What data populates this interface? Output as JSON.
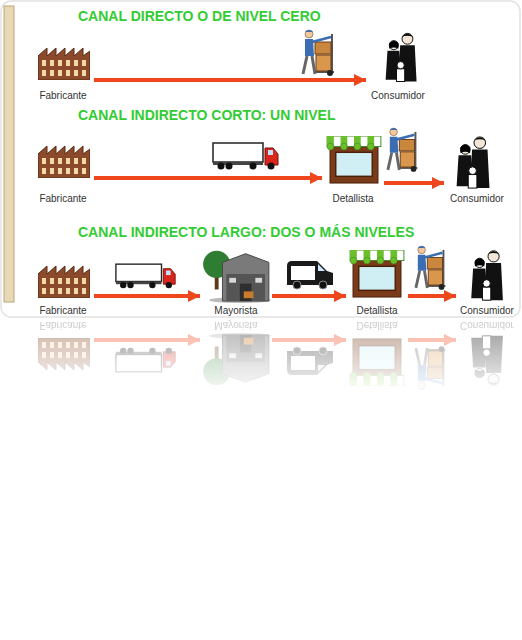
{
  "diagram": {
    "nodes": [
      {
        "text": [
          "Fabricante"
        ]
      },
      {
        "text": [
          "Consumidor"
        ]
      },
      {
        "text": [
          "Fabricante"
        ]
      },
      {
        "text": [
          "Detallista"
        ]
      },
      {
        "text": [
          "Consumidor"
        ]
      },
      {
        "text": [
          "Fabricante"
        ]
      },
      {
        "text": [
          "Mayorista"
        ]
      },
      {
        "text": [
          "Detallista"
        ]
      },
      {
        "text": [
          "Consumidor"
        ]
      }
    ],
    "edges": [
      {
        "from": 0,
        "to": 1,
        "arrow": "to"
      },
      {
        "from": 2,
        "to": 3,
        "arrow": "to"
      },
      {
        "from": 3,
        "to": 4,
        "arrow": "to"
      },
      {
        "from": 5,
        "to": 6,
        "arrow": "to"
      },
      {
        "from": 6,
        "to": 7,
        "arrow": "to"
      },
      {
        "from": 7,
        "to": 8,
        "arrow": "to"
      }
    ],
    "labels": [
      "CANAL DIRECTO O DE NIVEL CERO",
      "CANAL INDIRECTO CORTO: UN NIVEL",
      "CANAL INDIRECTO LARGO: DOS O MÁS NIVELES",
      "Fabricante",
      "Mayorista",
      "Detallista",
      "Consumidor"
    ]
  }
}
